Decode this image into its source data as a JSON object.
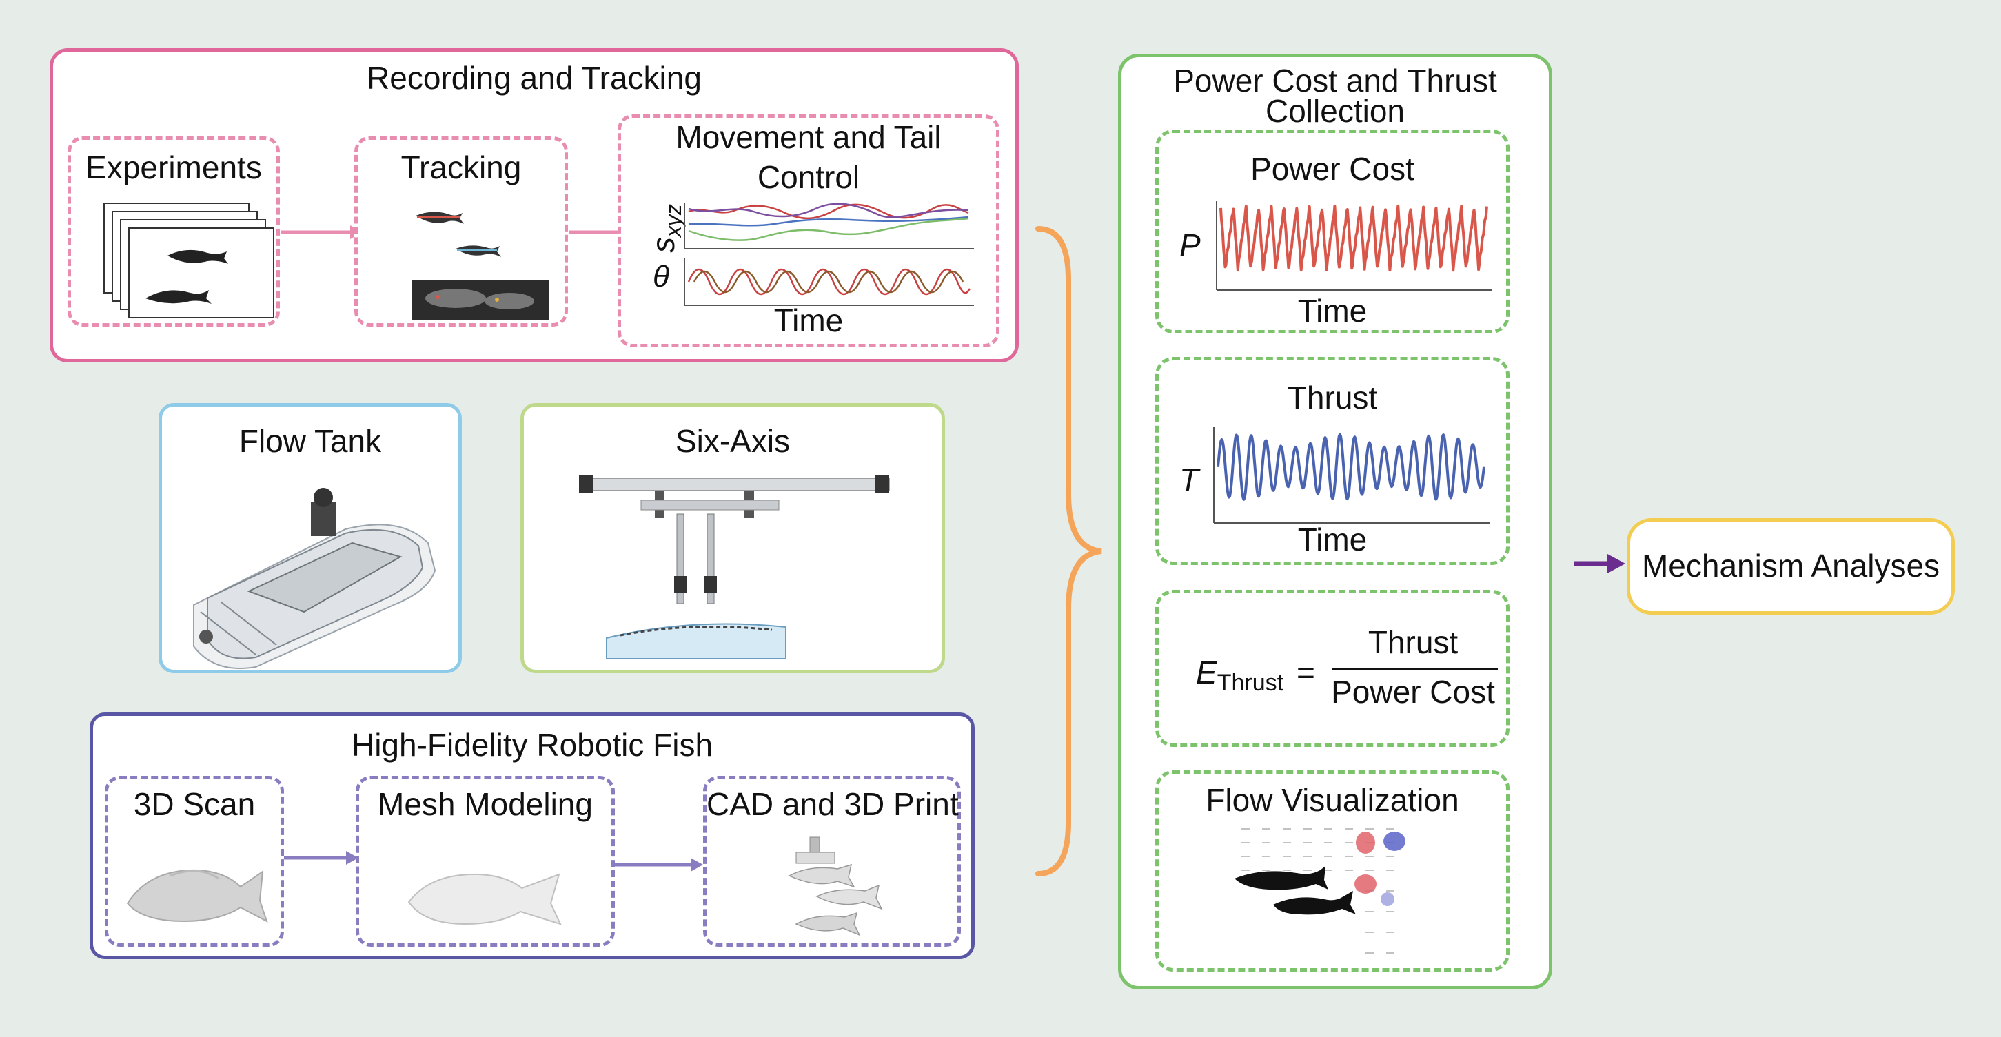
{
  "recording": {
    "title": "Recording and Tracking",
    "experiments": "Experiments",
    "tracking": "Tracking",
    "movement_line1": "Movement and Tail",
    "movement_line2": "Control",
    "ylabel_top": "s",
    "ylabel_top_sub": "xyz",
    "ylabel_bottom": "θ",
    "xlabel": "Time"
  },
  "flow_tank": {
    "title": "Flow Tank"
  },
  "six_axis": {
    "title": "Six-Axis"
  },
  "robotic": {
    "title": "High-Fidelity Robotic Fish",
    "scan": "3D Scan",
    "mesh": "Mesh Modeling",
    "cad": "CAD and 3D Print"
  },
  "power": {
    "title_line1": "Power Cost and Thrust",
    "title_line2": "Collection",
    "power_cost": {
      "title": "Power Cost",
      "ylabel": "P",
      "xlabel": "Time",
      "cycles": 21,
      "amplitude": 0.8,
      "color": "#d9574a"
    },
    "thrust": {
      "title": "Thrust",
      "ylabel": "T",
      "xlabel": "Time",
      "cycles": 18,
      "amplitude": 0.8,
      "color": "#4a63b0"
    },
    "efficiency": {
      "lhs": "E",
      "lhs_sub": "Thrust",
      "equals": "=",
      "numerator": "Thrust",
      "denominator": "Power Cost"
    },
    "flow_vis": {
      "title": "Flow Visualization"
    }
  },
  "mechanism": {
    "label": "Mechanism Analyses"
  },
  "colors": {
    "pink": "#e0679a",
    "green": "#7cc36b",
    "blue": "#8ecbe9",
    "lime": "#bfd98a",
    "purple": "#5a56a6",
    "orange": "#f5a55a",
    "yellow": "#f3cd52",
    "arrow_purple": "#6b2c8f"
  }
}
